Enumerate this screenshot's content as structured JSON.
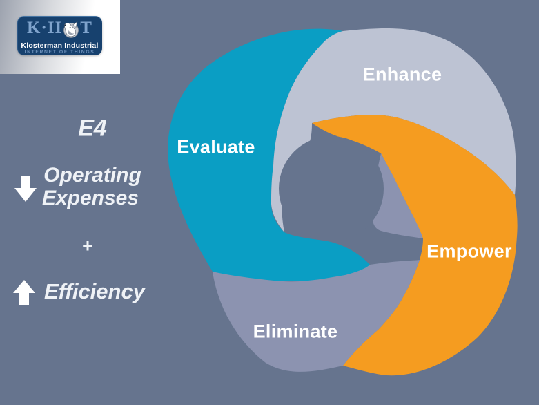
{
  "page": {
    "background_color": "#66748E",
    "type": "presentation-slide"
  },
  "logo": {
    "brand_left": "K·II",
    "brand_right": "T",
    "brand_full": "K·IIOT",
    "company": "Klosterman Industrial",
    "tagline": "INTERNET OF THINGS",
    "box_color": "#17416E",
    "brand_color": "#7FA3CC",
    "mascot": "howling-husky"
  },
  "left_text": {
    "title": "E4",
    "down_item_line1": "Operating",
    "down_item_line2": "Expenses",
    "plus": "+",
    "up_item": "Efficiency",
    "text_color": "#EFF2F6"
  },
  "diagram": {
    "title_implied": "E4 cycle",
    "hole_color": "#66748E",
    "segments": [
      {
        "label": "Evaluate",
        "color": "#0A9EC4",
        "position": "left"
      },
      {
        "label": "Enhance",
        "color": "#BDC3D3",
        "position": "top"
      },
      {
        "label": "Empower",
        "color": "#F59C20",
        "position": "right"
      },
      {
        "label": "Eliminate",
        "color": "#8C93B0",
        "position": "bottom"
      }
    ]
  }
}
